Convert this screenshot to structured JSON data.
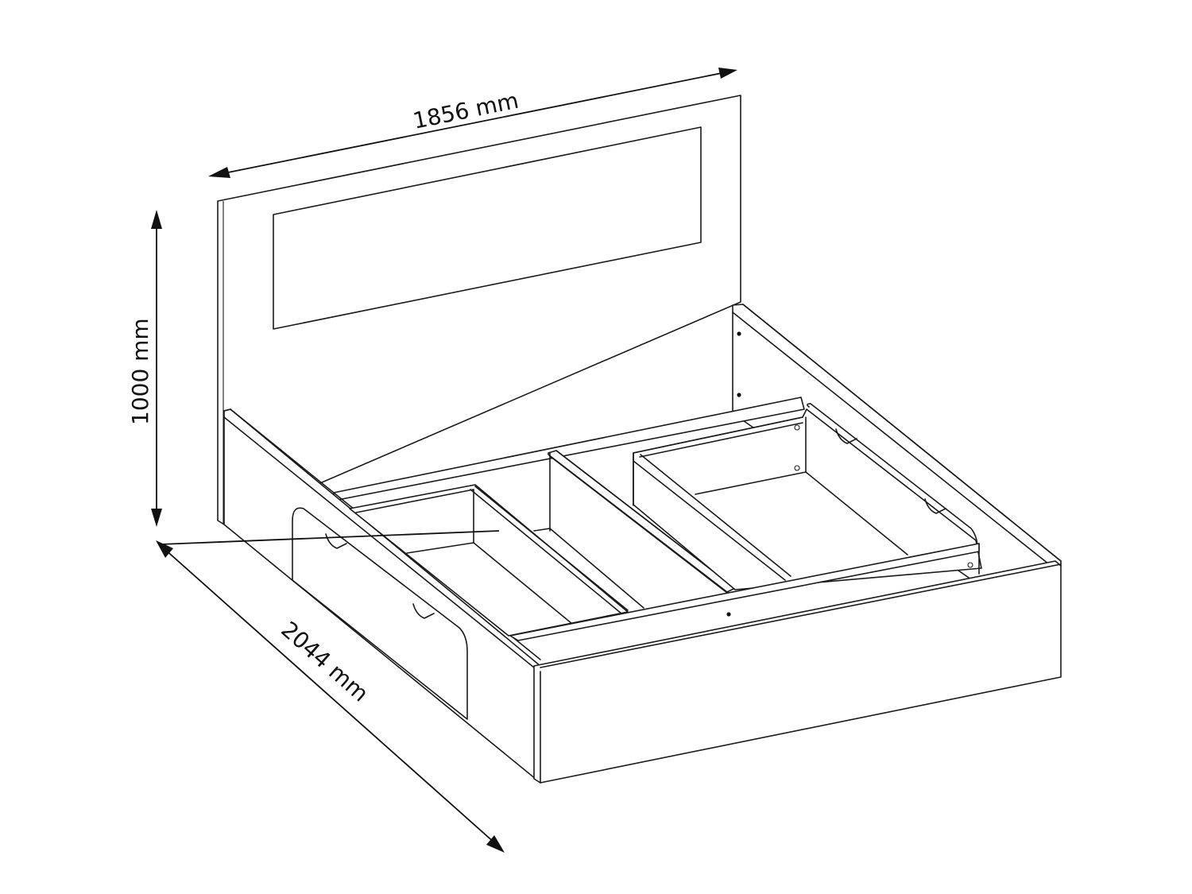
{
  "diagram": {
    "subject": "bed-frame-with-storage-drawers",
    "dimensions": {
      "width": "1856 mm",
      "height": "1000 mm",
      "length": "2044 mm"
    },
    "colors": {
      "line": "#1a1a1a",
      "background": "#ffffff"
    }
  }
}
